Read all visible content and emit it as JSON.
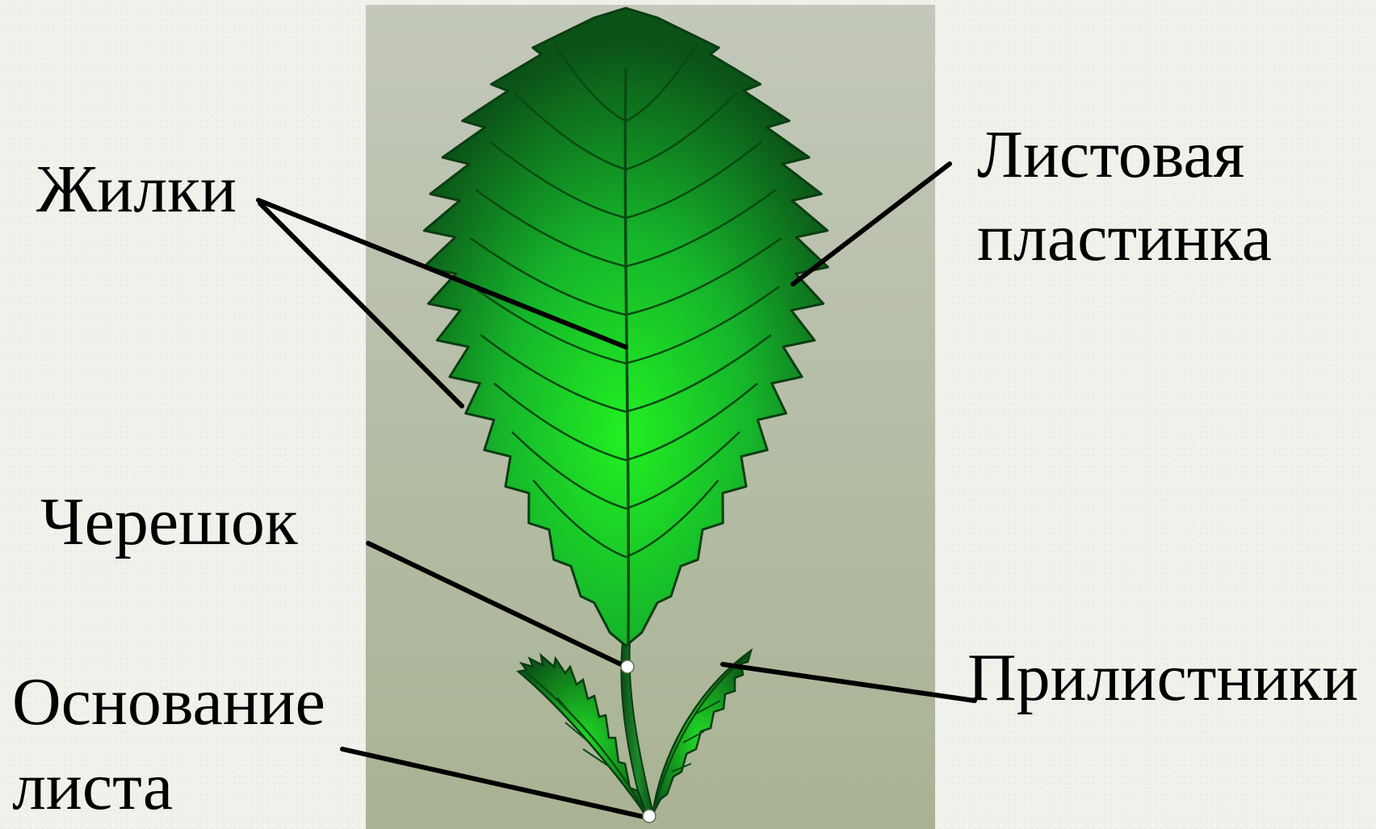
{
  "labels": {
    "veins": "Жилки",
    "blade_line1": "Листовая",
    "blade_line2": "пластинка",
    "petiole": "Черешок",
    "stipules": "Прилистники",
    "base_line1": "Основание",
    "base_line2": "листа"
  },
  "colors": {
    "background": "#f1f1ec",
    "panel_top": "#c3c8ba",
    "panel_bottom": "#a9b393",
    "leaf_light": "#22f022",
    "leaf_mid": "#16b52b",
    "leaf_dark": "#0b5217",
    "vein": "#0a4a12",
    "leader_line": "#000000"
  }
}
